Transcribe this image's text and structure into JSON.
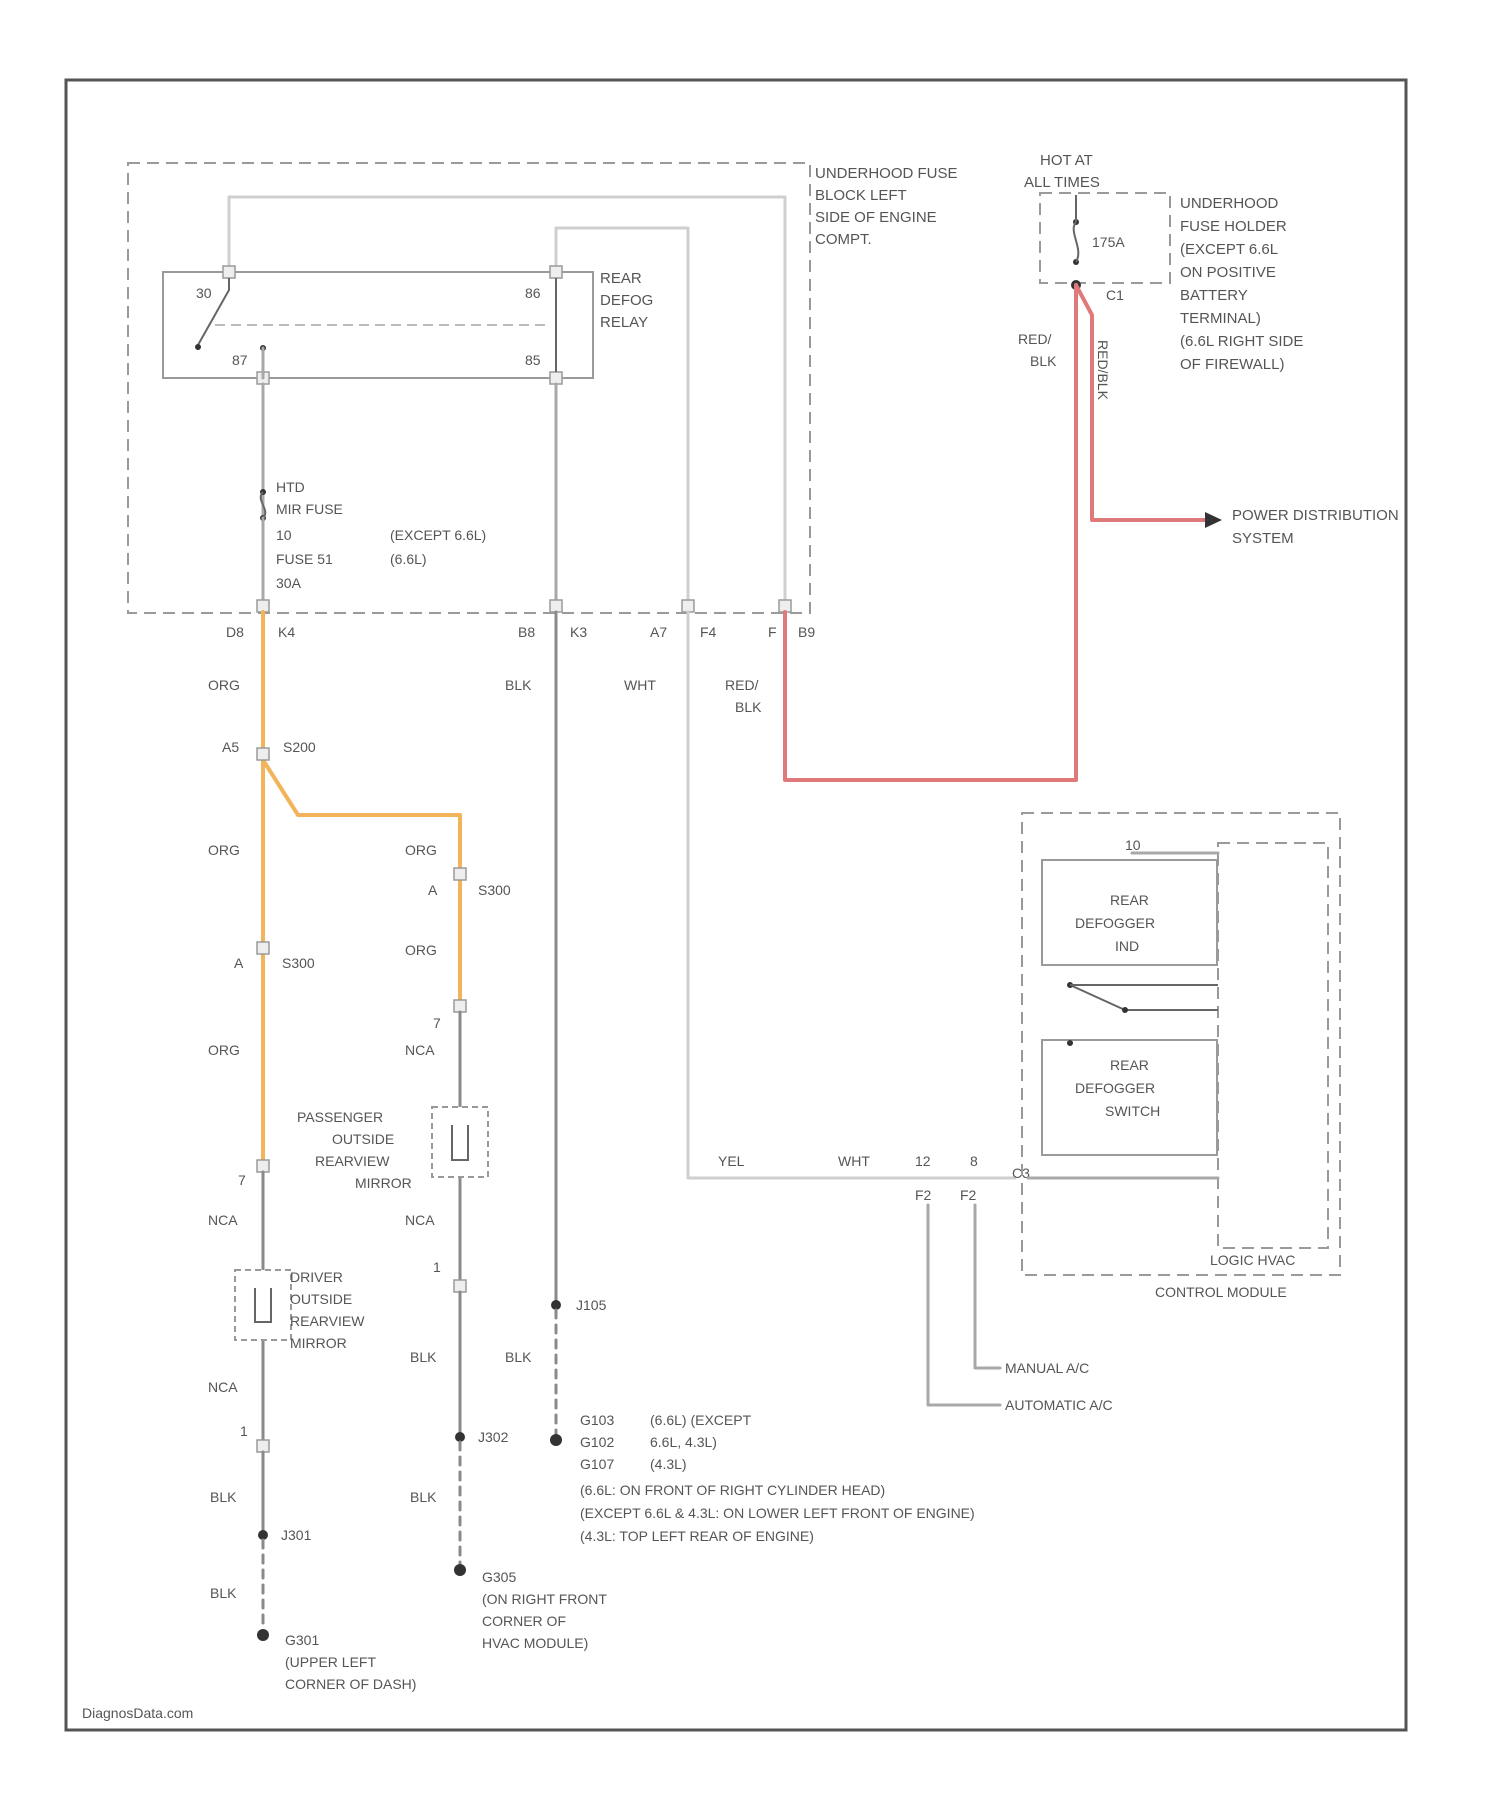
{
  "relay_block": {
    "location": [
      "UNDERHOOD FUSE",
      "BLOCK LEFT",
      "SIDE OF ENGINE",
      "COMPT."
    ],
    "relay_name": [
      "REAR",
      "DEFOG",
      "RELAY"
    ],
    "pins": {
      "p30": "30",
      "p87": "87",
      "p86": "86",
      "p85": "85"
    },
    "fuse": [
      "HTD",
      "MIR FUSE",
      "10",
      "FUSE 51",
      "30A"
    ],
    "fuse_note": [
      "(EXCEPT 6.6L)",
      "(6.6L)"
    ],
    "connectors": {
      "c1a": "D8",
      "c1b": "K4",
      "c2a": "B8",
      "c2b": "K3",
      "c3a": "A7",
      "c3b": "F4",
      "c4a": "F",
      "c4b": "B9"
    }
  },
  "hot_at_all_times": [
    "HOT AT",
    "ALL TIMES"
  ],
  "fuse_holder": {
    "fuse": "175A",
    "terminal": "C1",
    "location": [
      "UNDERHOOD",
      "FUSE HOLDER",
      "(EXCEPT 6.6L",
      "ON POSITIVE",
      "BATTERY",
      "TERMINAL)",
      "(6.6L RIGHT SIDE",
      "OF FIREWALL)"
    ]
  },
  "power_distribution": [
    "POWER DISTRIBUTION",
    "SYSTEM"
  ],
  "wire_colors": {
    "red_blk_a": "RED/",
    "red_blk_b": "BLK",
    "red_blk_vertical": "RED/BLK",
    "org_1": "ORG",
    "blk_1": "BLK",
    "wht_1": "WHT",
    "red_1": "RED/",
    "red_2": "BLK",
    "org_2": "ORG",
    "org_3": "ORG",
    "org_4": "ORG",
    "org_5": "ORG",
    "nca_1": "NCA",
    "nca_2": "NCA",
    "nca_3": "NCA",
    "nca_4": "NCA",
    "blk_2": "BLK",
    "blk_3": "BLK",
    "blk_4": "BLK",
    "blk_5": "BLK",
    "wht_2": "YEL",
    "wht_3": "WHT"
  },
  "splices": {
    "s_a5": "A5",
    "s_200": "S200",
    "s_a_right": "A",
    "s_c300": "S300",
    "s_a_left": "A",
    "s_s300": "S300",
    "s_7_right": "7",
    "s_7_left": "7",
    "s_1_left": "1",
    "s_1_right": "1",
    "j105": "J105",
    "j301": "J301",
    "j302": "J302",
    "c_12": "12",
    "c_8": "8",
    "c_c3": "C3",
    "c_f2": "F2",
    "c_f2b": "F2"
  },
  "mirrors": {
    "passenger": [
      "PASSENGER",
      "OUTSIDE",
      "REARVIEW",
      "MIRROR"
    ],
    "driver": [
      "DRIVER",
      "OUTSIDE",
      "REARVIEW",
      "MIRROR"
    ]
  },
  "lpcm": {
    "led_pin": "10",
    "led_label": [
      "REAR",
      "DEFOGGER",
      "IND"
    ],
    "switch_label": [
      "REAR",
      "DEFOGGER",
      "SWITCH"
    ],
    "name": [
      "LOGIC HVAC",
      "CONTROL MODULE"
    ]
  },
  "hvac": {
    "manual": "MANUAL A/C",
    "automatic": "AUTOMATIC A/C"
  },
  "grounds": {
    "g_engine": [
      "G103",
      "(6.6L) (EXCEPT",
      "G102",
      "6.6L, 4.3L)",
      "G107",
      "(4.3L)"
    ],
    "g_engine_loc": [
      "(6.6L: ON FRONT OF RIGHT CYLINDER HEAD)",
      "(EXCEPT 6.6L & 4.3L: ON LOWER LEFT FRONT OF ENGINE)",
      "(4.3L: TOP LEFT REAR OF ENGINE)"
    ],
    "g_right": [
      "G305",
      "(ON RIGHT FRONT",
      "CORNER OF",
      "HVAC MODULE)"
    ],
    "g_left": [
      "G301",
      "(UPPER LEFT",
      "CORNER OF DASH)"
    ]
  },
  "watermark": "DiagnosData.com",
  "colors": {
    "orange_wire": "#f2b35a",
    "red_wire": "#e07a7a",
    "frame": "#555555"
  }
}
